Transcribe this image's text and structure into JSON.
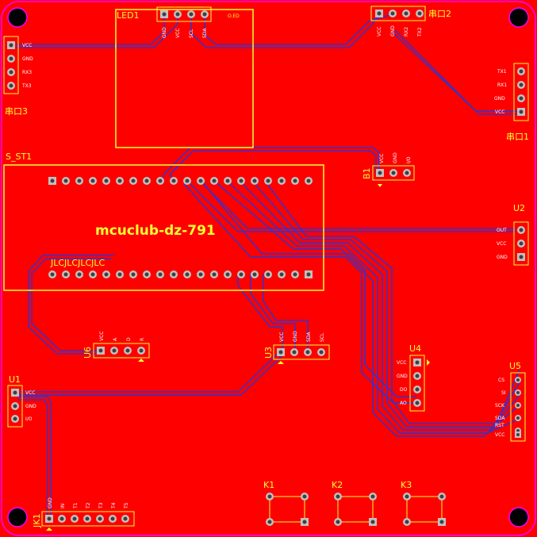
{
  "colors": {
    "board": "#ff0000",
    "outline": "#ff00ff",
    "silkscreen": "#ffff33",
    "trace": "#3333cc",
    "pad": "#c0c0c0",
    "hole": "#404040"
  },
  "board_text": "mcuclub-dz-791",
  "components": {
    "led1": {
      "ref": "LED1",
      "suffix": "O.ED",
      "pins": [
        "GND",
        "VCC",
        "SCL",
        "SDA"
      ]
    },
    "s_st1": {
      "ref": "S_ST1",
      "sub_label": "JLCJLCJLCJLC"
    },
    "uart2": {
      "ref": "串口2",
      "pins": [
        "VCC",
        "GND",
        "RX2",
        "TX2"
      ]
    },
    "uart3": {
      "ref": "串口3",
      "pins": [
        "VCC",
        "GND",
        "RX3",
        "TX3"
      ]
    },
    "uart1": {
      "ref": "串口1",
      "pins": [
        "TX1",
        "RX1",
        "GND",
        "VCC"
      ]
    },
    "b1": {
      "ref": "B1",
      "pins": [
        "VCC",
        "GND",
        "I/O"
      ]
    },
    "u2": {
      "ref": "U2",
      "pins": [
        "OUT",
        "VCC",
        "GND"
      ]
    },
    "u6": {
      "ref": "U6",
      "pins": [
        "VCC",
        "A",
        "D",
        "R"
      ]
    },
    "u3": {
      "ref": "U3",
      "pins": [
        "VCC",
        "GND",
        "SDA",
        "SCL"
      ]
    },
    "u4": {
      "ref": "U4",
      "pins": [
        "VCC",
        "GND",
        "DO",
        "AO"
      ]
    },
    "u5": {
      "ref": "U5",
      "pins": [
        "CS",
        "SI",
        "SCK",
        "SDA",
        "RST",
        "VCC"
      ]
    },
    "u1": {
      "ref": "U1",
      "pins": [
        "VCC",
        "GND",
        "I/O"
      ]
    },
    "jk1": {
      "ref": "JK1",
      "pins": [
        "GND",
        "IN",
        "T1",
        "T2",
        "T3",
        "T4",
        "T5"
      ]
    },
    "k1": {
      "ref": "K1"
    },
    "k2": {
      "ref": "K2"
    },
    "k3": {
      "ref": "K3"
    }
  }
}
